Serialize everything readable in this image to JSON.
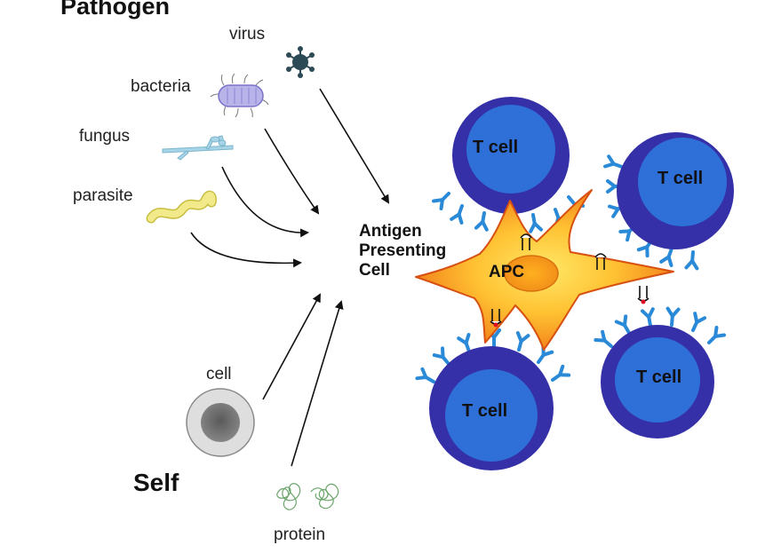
{
  "headings": {
    "pathogen": "Pathogen",
    "self": "Self"
  },
  "pathogens": {
    "virus": "virus",
    "bacteria": "bacteria",
    "fungus": "fungus",
    "parasite": "parasite"
  },
  "self_items": {
    "cell": "cell",
    "protein": "protein"
  },
  "center_label": {
    "line1": "Antigen",
    "line2": "Presenting",
    "line3": "Cell"
  },
  "apc_label": "APC",
  "t_cells": [
    "T cell",
    "T cell",
    "T cell",
    "T cell"
  ],
  "colors": {
    "t_cell_outer": "#3530a8",
    "t_cell_inner": "#2f6fd8",
    "receptor": "#2a8ad8",
    "apc_edge": "#e85a10",
    "apc_center": "#ffd94a",
    "virus": "#2c4a55",
    "bacteria": "#b8b4ea",
    "fungus": "#a8d4e8",
    "parasite": "#f2ea8a",
    "self_cell": "#c8c8c8",
    "protein": "#8ac48a"
  }
}
